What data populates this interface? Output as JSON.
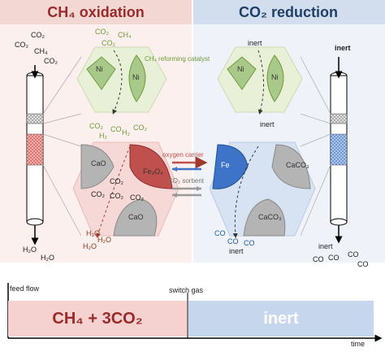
{
  "header": {
    "left_title": "CH₄ oxidation",
    "right_title": "CO₂ reduction"
  },
  "left": {
    "feed_molecules": [
      "CO₂",
      "CO₂",
      "CH₄",
      "CO₂"
    ],
    "outlet": [
      "H₂O",
      "H₂O"
    ],
    "reform_cat_inputs": [
      "CO₂",
      "CH₄",
      "CO₂"
    ],
    "reform_cat_outputs": [
      "CO₂",
      "H₂",
      "CO",
      "H₂",
      "CO₂"
    ],
    "ni_labels": [
      "Ni",
      "Ni"
    ],
    "carrier_labels": [
      "CaO",
      "Fe₃O₄",
      "CaO"
    ],
    "carrier_co2": [
      "CO₂",
      "CO₂",
      "CO₂",
      "CO₂"
    ],
    "carrier_outputs": [
      "H₂O",
      "H₂O",
      "H₂O"
    ]
  },
  "center": {
    "ch4_catalyst": "CH₄ reforming catalyst",
    "oxygen_carrier": "oxygen carrier",
    "co2_sorbent": "CO₂ sorbent"
  },
  "right": {
    "inert_in": "inert",
    "inert_mid": "inert",
    "ni_labels": [
      "Ni",
      "Ni"
    ],
    "carrier_labels": [
      "Fe",
      "CaCO₃",
      "CaCO₃"
    ],
    "carrier_outputs": [
      "CO",
      "CO",
      "CO",
      "inert"
    ],
    "feed_top": "inert",
    "outlet": [
      "inert",
      "CO",
      "CO",
      "CO",
      "CO"
    ]
  },
  "timeline": {
    "feed_flow": "feed flow",
    "switch_gas": "switch gas",
    "left_bar": "CH₄ + 3CO₂",
    "right_bar": "inert",
    "time": "time"
  },
  "colors": {
    "red_header": "#9b2b2b",
    "blue_header": "#1f3f68",
    "ni_green": "#8fb86a",
    "fe3o4_red": "#c0504d",
    "fe_blue": "#3d74c8",
    "cao_gray": "#b4b4b4"
  }
}
